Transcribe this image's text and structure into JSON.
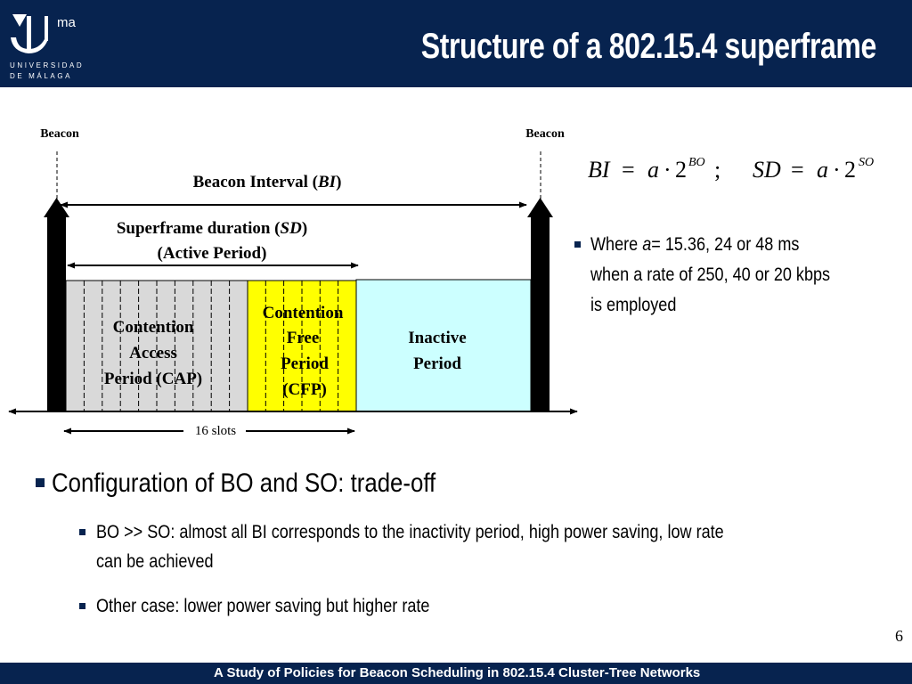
{
  "header": {
    "university_line1": "UNIVERSIDAD",
    "university_line2": "DE MÁLAGA",
    "logo_text": "ma",
    "title": "Structure of a 802.15.4 superframe"
  },
  "diagram": {
    "beacon_left": "Beacon",
    "beacon_right": "Beacon",
    "beacon_interval_label": "Beacon Interval (",
    "beacon_interval_abbr": "BI",
    "paren_close": ")",
    "superframe_label": "Superframe duration (",
    "superframe_abbr": "SD",
    "active_period": "(Active Period)",
    "cap_lines": [
      "Contention",
      "Access",
      "Period (CAP)"
    ],
    "cfp_lines": [
      "Contention",
      "Free",
      "Period",
      "(CFP)"
    ],
    "inactive_lines": [
      "Inactive",
      "Period"
    ],
    "slots_label": "16 slots"
  },
  "formula": {
    "bi": "BI",
    "sd": "SD",
    "eq": "=",
    "a": "a",
    "dot": "·",
    "two": "2",
    "bo": "BO",
    "so": "SO",
    "semicolon": ";"
  },
  "note": {
    "prefix": "Where ",
    "var": "a",
    "line1_rest": "= 15.36, 24 or 48 ms",
    "line2": "when a rate of 250, 40 or 20 kbps",
    "line3": "is employed"
  },
  "content": {
    "main_bullet": "Configuration of BO and SO: trade-off",
    "sub1_line1": "BO >> SO: almost all BI corresponds to the inactivity period, high power saving, low rate",
    "sub1_line2": "can be achieved",
    "sub2": "Other case: lower power saving but higher rate"
  },
  "page_number": "6",
  "footer": "A Study of Policies for Beacon Scheduling in 802.15.4 Cluster-Tree Networks",
  "colors": {
    "navy": "#07234f",
    "cap_fill": "#d9d9d9",
    "cfp_fill": "#ffff00",
    "inactive_fill": "#ccffff"
  }
}
